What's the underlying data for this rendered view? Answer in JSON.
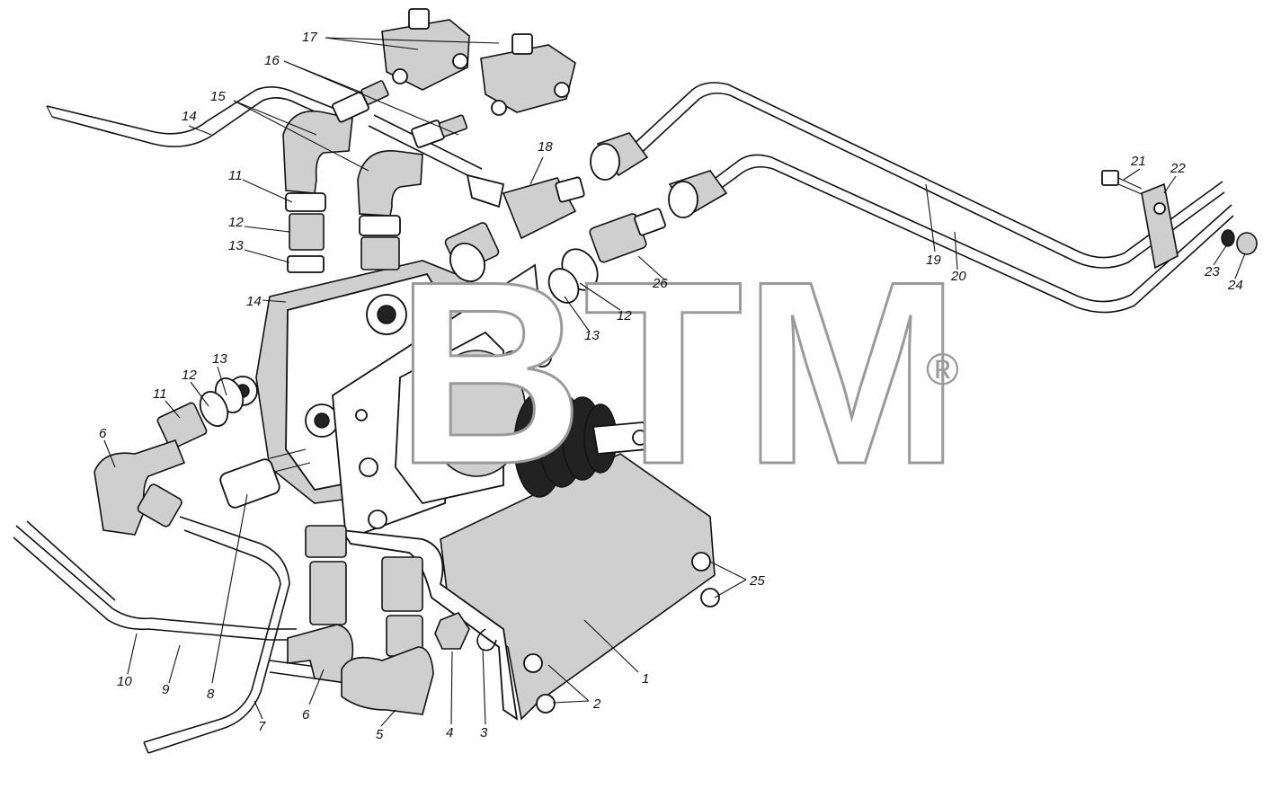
{
  "watermark": {
    "text": "BTM",
    "registered_mark": "®"
  },
  "callouts": {
    "l1": "1",
    "l2": "2",
    "l3": "3",
    "l4": "4",
    "l5": "5",
    "l6a": "6",
    "l6b": "6",
    "l7": "7",
    "l8": "8",
    "l9": "9",
    "l10": "10",
    "l11a": "11",
    "l11b": "11",
    "l12a": "12",
    "l12b": "12",
    "l12c": "12",
    "l13a": "13",
    "l13b": "13",
    "l13c": "13",
    "l14a": "14",
    "l14b": "14",
    "l15": "15",
    "l16": "16",
    "l17": "17",
    "l18": "18",
    "l19": "19",
    "l20": "20",
    "l21": "21",
    "l22": "22",
    "l23": "23",
    "l24": "24",
    "l25": "25",
    "l26": "26"
  },
  "colors": {
    "ink": "#111111",
    "watermark_stroke": "#9a9a9a",
    "shading": "#cfcfcf"
  }
}
